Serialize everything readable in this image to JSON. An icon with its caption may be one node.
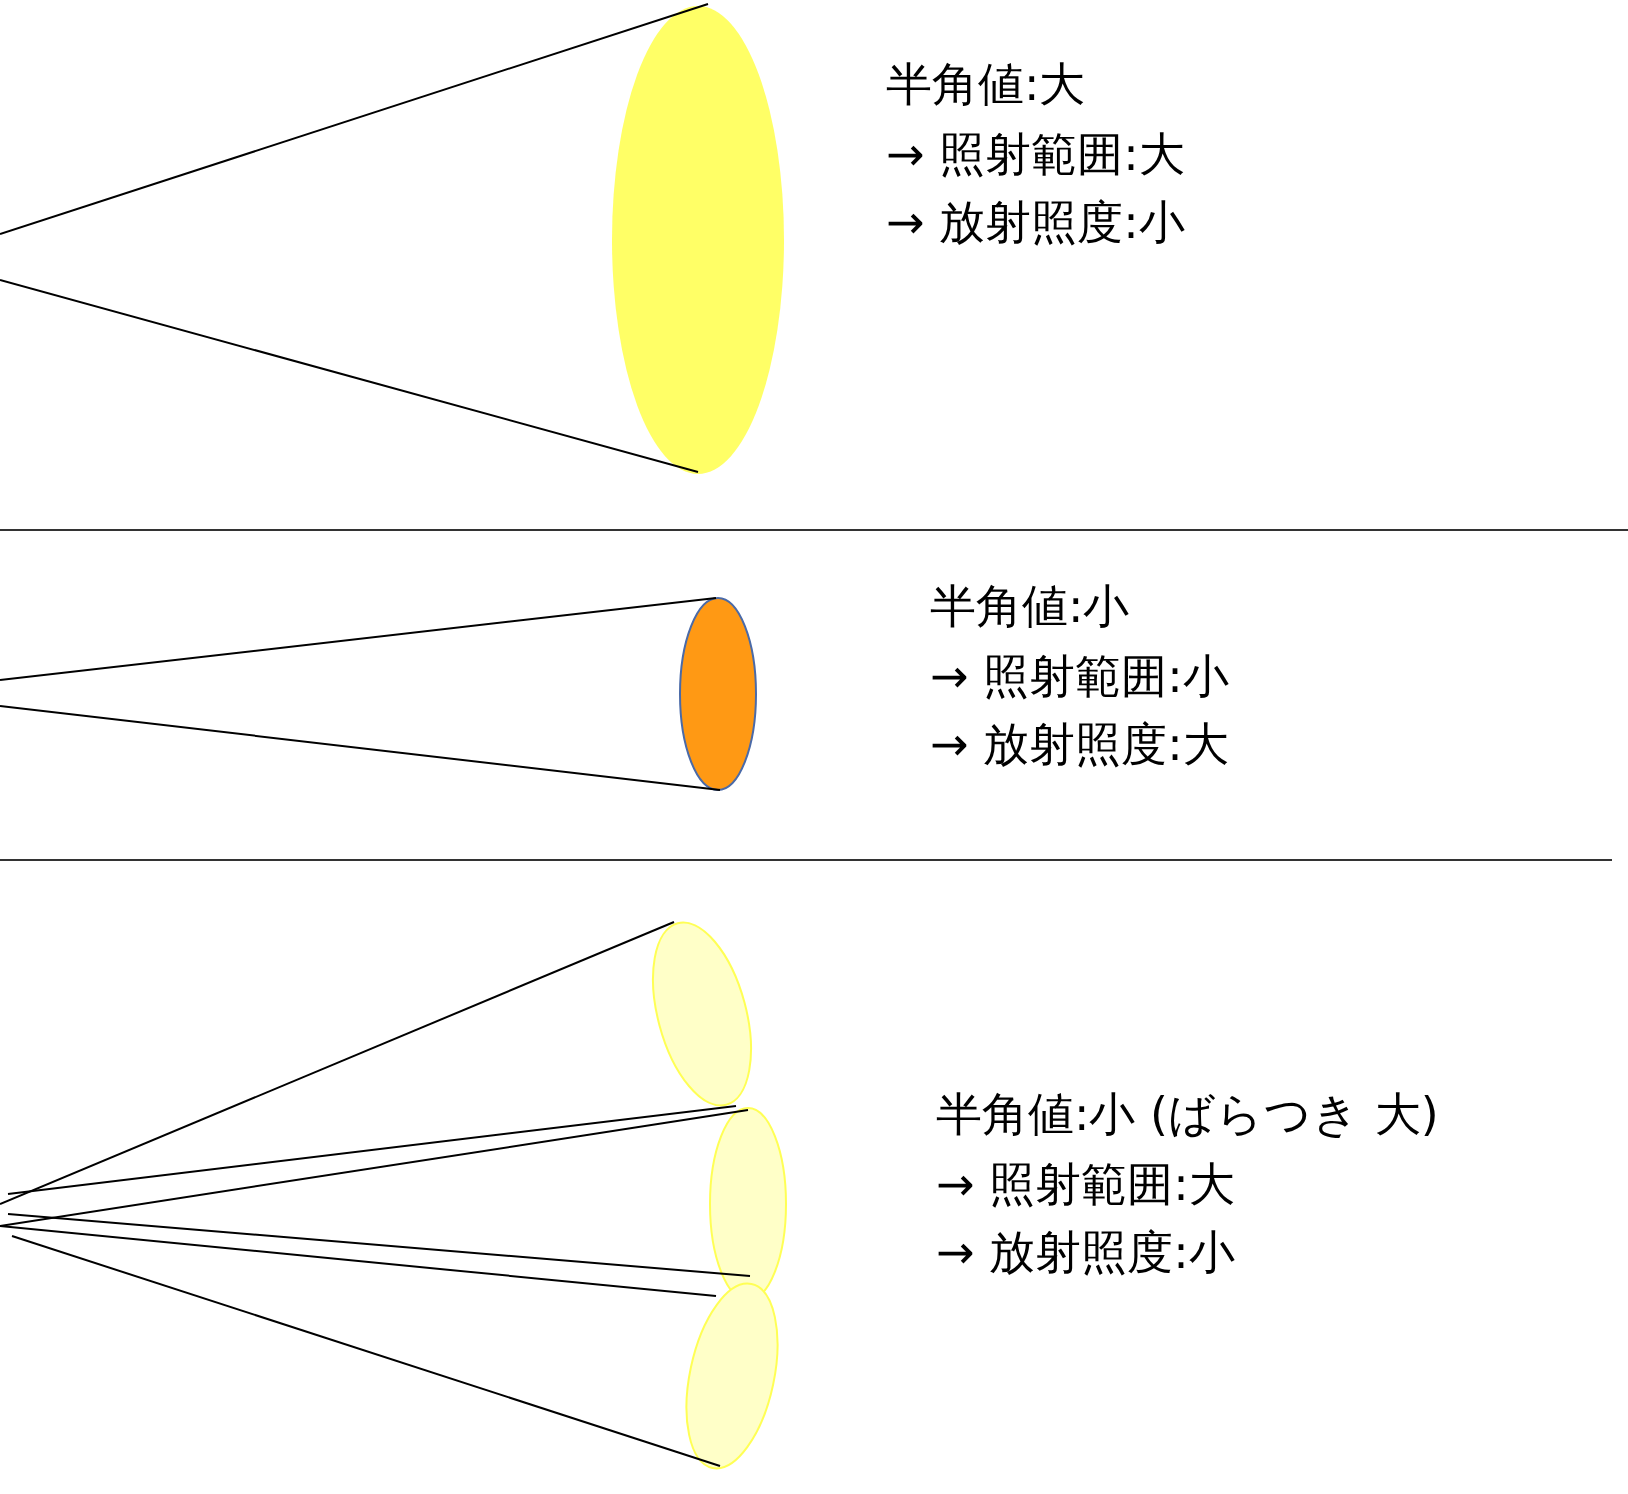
{
  "diagram": {
    "labels": [
      "半角値:大",
      "→ 照射範囲:大",
      "→ 放射照度:小",
      "半角値:小",
      "→ 照射範囲:小",
      "→ 放射照度:大",
      "半角値:小 (ばらつき 大)",
      "→ 照射範囲:大",
      "→ 放射照度:小"
    ]
  }
}
